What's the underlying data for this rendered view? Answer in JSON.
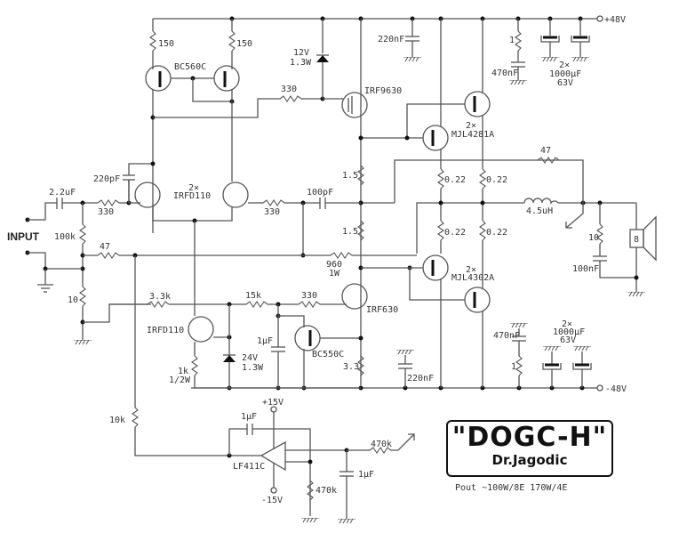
{
  "title": {
    "main": "\"DOGC-H\"",
    "author": "Dr.Jagodic"
  },
  "pout": "Pout ~100W/8E   170W/4E",
  "rails": {
    "pos": "+48V",
    "neg": "-48V",
    "op_pos": "+15V",
    "op_neg": "-15V"
  },
  "input_label": "INPUT",
  "components": {
    "r150a": "150",
    "r150b": "150",
    "q_bc560": "BC560C",
    "zener12": [
      "12V",
      "1.3W"
    ],
    "r330_top": "330",
    "irf9630": "IRF9630",
    "c220n_top": "220nF",
    "r1_top": "1",
    "c470n_top": "470nF",
    "caps_top": [
      "2×",
      "1000µF",
      "63V"
    ],
    "mjl4281": [
      "2×",
      "MJL4281A"
    ],
    "c220p": "220pF",
    "c2u2": "2.2uF",
    "r330_in": "330",
    "irfd110_pair": [
      "2×",
      "IRFD110"
    ],
    "r330_mid": "330",
    "c100p": "100pF",
    "r1_5a": "1.5",
    "r1_5b": "1.5",
    "r047_1": "0.22",
    "r047_2": "0.22",
    "r047_3": "0.22",
    "r047_4": "0.22",
    "r47_fb": "47",
    "l45": "4.5uH",
    "r10_zobel": "10",
    "c100n_zobel": "100nF",
    "speaker": "8",
    "r100k": "100k",
    "r47_in": "47",
    "r960": [
      "960",
      "1W"
    ],
    "r10_in": "10",
    "mjl4302": [
      "2×",
      "MJL4302A"
    ],
    "r3k3": "3.3k",
    "r15k": "15k",
    "r330_low": "330",
    "irfd110_single": "IRFD110",
    "irf630": "IRF630",
    "c1u_vbe": "1µF",
    "bc550": "BC550C",
    "zener24": [
      "24V",
      "1.3W"
    ],
    "r1k": [
      "1k",
      "1/2W"
    ],
    "r3_3": "3.3",
    "c470n_bot": "470nF",
    "r1_bot": "1",
    "caps_bot": [
      "2×",
      "1000µF",
      "63V"
    ],
    "c220n_bot": "220nF",
    "r10k": "10k",
    "c1u_op": "1µF",
    "opamp": "LF411C",
    "r470k_a": "470k",
    "r470k_b": "470k",
    "c1u_out": "1µF"
  }
}
